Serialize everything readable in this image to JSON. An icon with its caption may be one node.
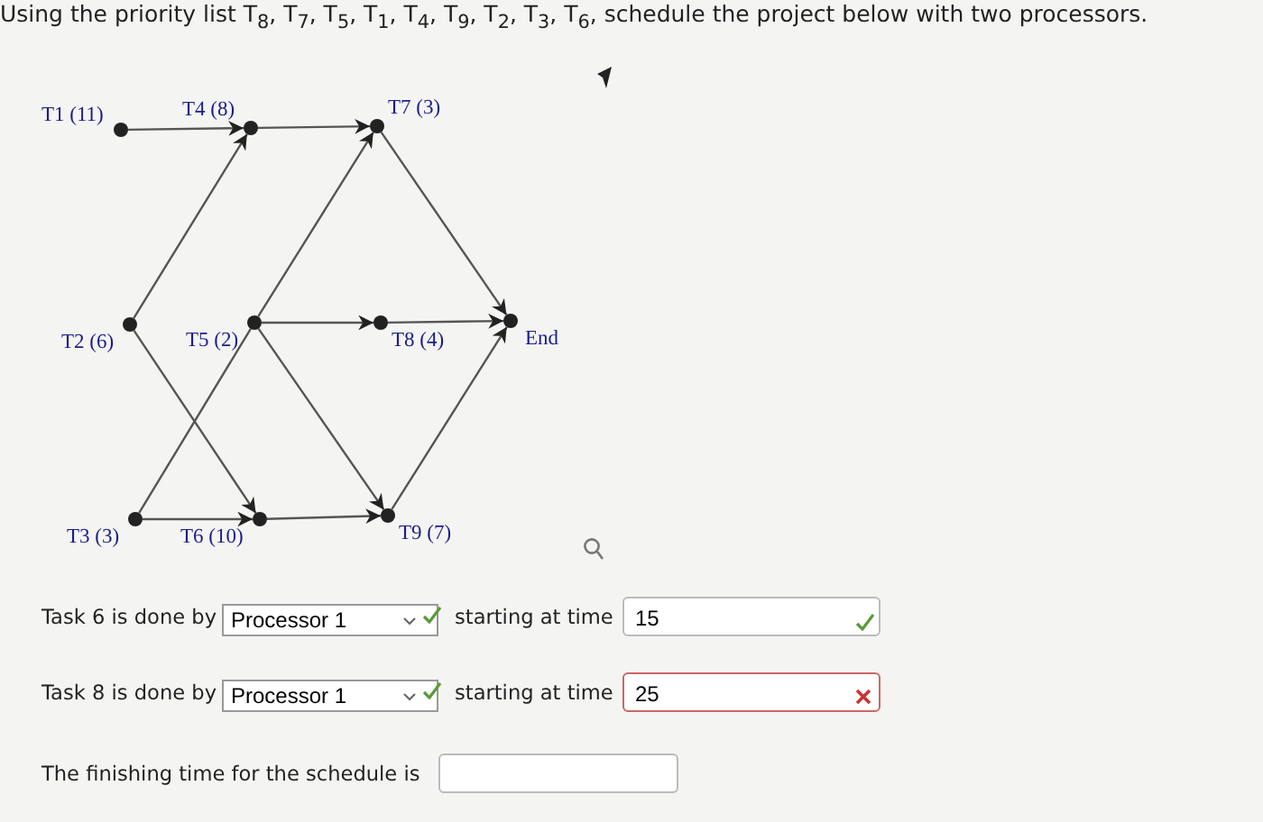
{
  "diagram": {
    "title": "Using the priority list T$_{8}$, T$_{7}$, T$_{5}$, T$_{1}$, T$_{4}$, T$_{9}$, T$_{2}$, T$_{3}$, T$_{6}$, schedule the project below with two processors.",
    "nodes": [
      {
        "text": [
          "T1 (11)"
        ]
      },
      {
        "text": [
          "T4 (8)"
        ]
      },
      {
        "text": [
          "T7 (3)"
        ]
      },
      {
        "text": [
          "T2 (6)"
        ]
      },
      {
        "text": [
          "T5 (2)"
        ]
      },
      {
        "text": [
          "T8 (4)"
        ]
      },
      {
        "text": [
          "End"
        ]
      },
      {
        "text": [
          "T3 (3)"
        ]
      },
      {
        "text": [
          "T6 (10)"
        ]
      },
      {
        "text": [
          "T9 (7)"
        ]
      }
    ],
    "edges": [
      {
        "from": 0,
        "to": 1,
        "arrow": "to"
      },
      {
        "from": 3,
        "to": 1,
        "arrow": "to"
      },
      {
        "from": 1,
        "to": 2,
        "arrow": "to"
      },
      {
        "from": 4,
        "to": 2,
        "arrow": "to"
      },
      {
        "from": 4,
        "to": 5,
        "arrow": "to"
      },
      {
        "from": 4,
        "to": 9,
        "arrow": "to"
      },
      {
        "from": 3,
        "to": 8,
        "arrow": "to"
      },
      {
        "from": 7,
        "to": 4,
        "arrow": "none"
      },
      {
        "from": 7,
        "to": 8,
        "arrow": "to"
      },
      {
        "from": 8,
        "to": 9,
        "arrow": "to"
      },
      {
        "from": 2,
        "to": 6,
        "arrow": "to"
      },
      {
        "from": 5,
        "to": 6,
        "arrow": "to"
      },
      {
        "from": 9,
        "to": 6,
        "arrow": "to"
      }
    ],
    "labels": [
      "Task 6 is done by",
      "Processor 1",
      "starting at time",
      "15",
      "Task 8 is done by",
      "Processor 1",
      "starting at time",
      "25",
      "The finishing time for the schedule is"
    ]
  }
}
